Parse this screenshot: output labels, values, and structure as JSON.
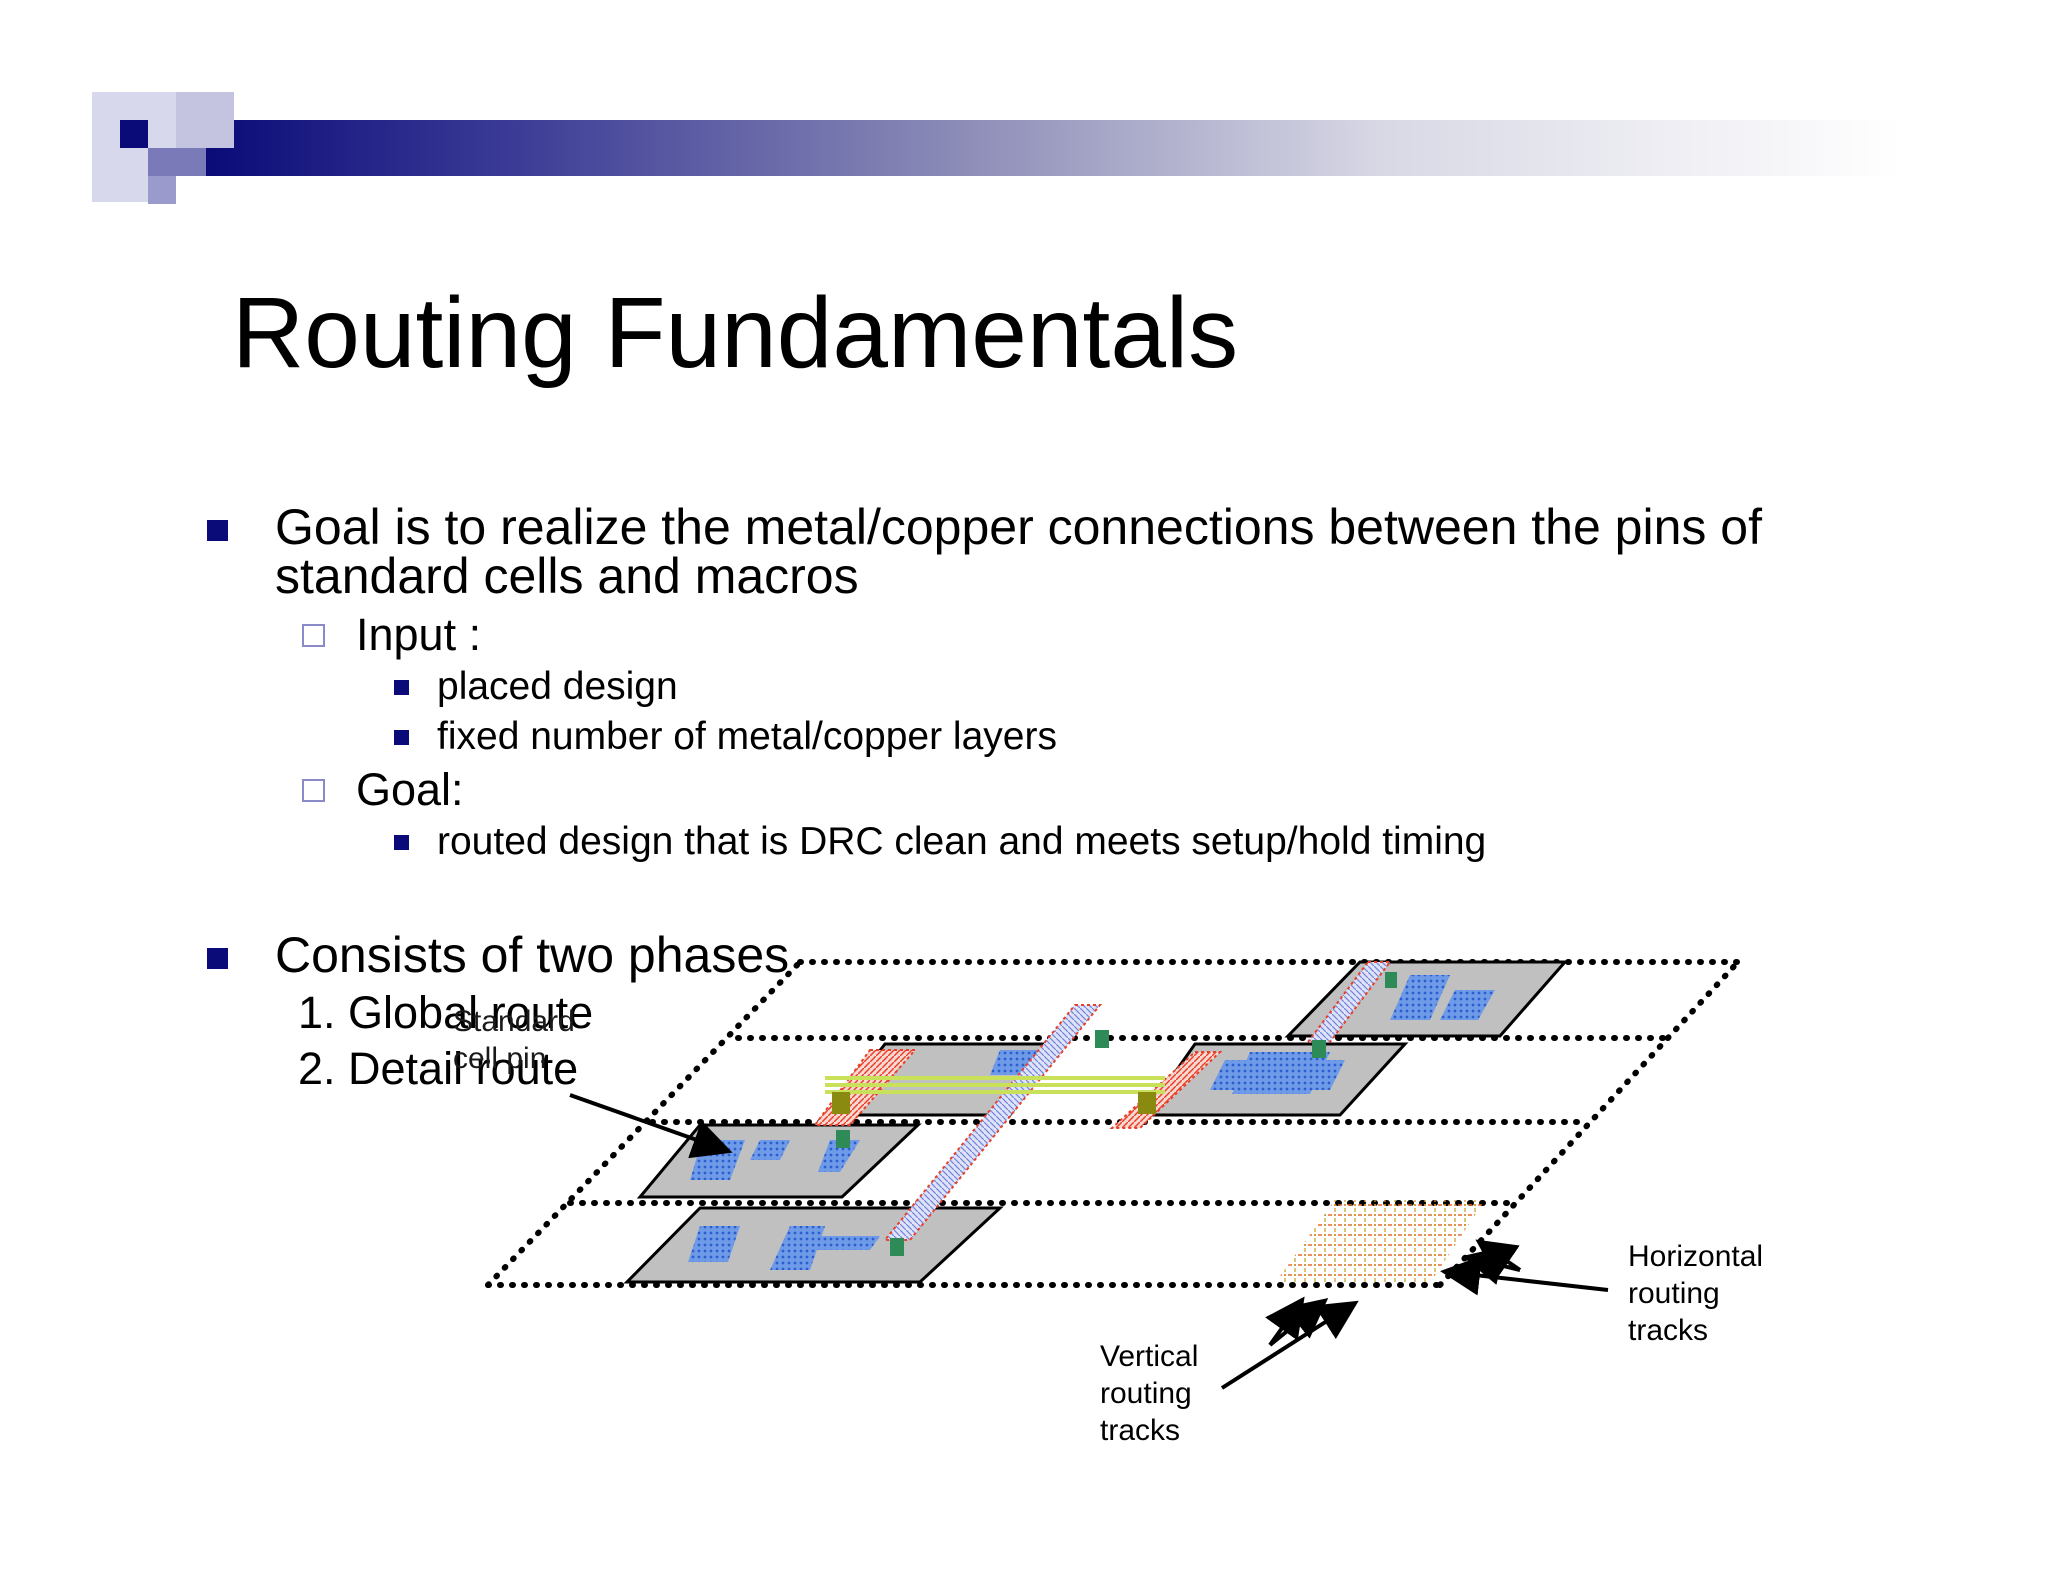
{
  "slide": {
    "title": "Routing Fundamentals",
    "bullets": [
      {
        "text_line1": "Goal is to realize the metal/copper connections between the pins of",
        "text_line2": "standard cells and macros",
        "sub": [
          {
            "label": "Input :",
            "items": [
              "placed design",
              "fixed number of metal/copper layers"
            ]
          },
          {
            "label": "Goal:",
            "items": [
              "routed design that is DRC clean and meets setup/hold timing"
            ]
          }
        ]
      },
      {
        "text": "Consists of two phases",
        "phases": [
          "1. Global route",
          "2. Detail route"
        ]
      }
    ]
  },
  "diagram": {
    "labels": {
      "standard_cell_pin": [
        "Standard",
        "cell pin"
      ],
      "horizontal_tracks": [
        "Horizontal",
        "routing",
        "tracks"
      ],
      "vertical_tracks": [
        "Vertical",
        "routing",
        "tracks"
      ]
    },
    "colors": {
      "header_dark": "#0a0a78",
      "cell_fill": "#c0c0c0",
      "pin_blue": "#3b6fd8",
      "via_green": "#2e8b57",
      "wire_red": "#e8402a",
      "wire_yellow_green": "#c8e05a"
    }
  }
}
